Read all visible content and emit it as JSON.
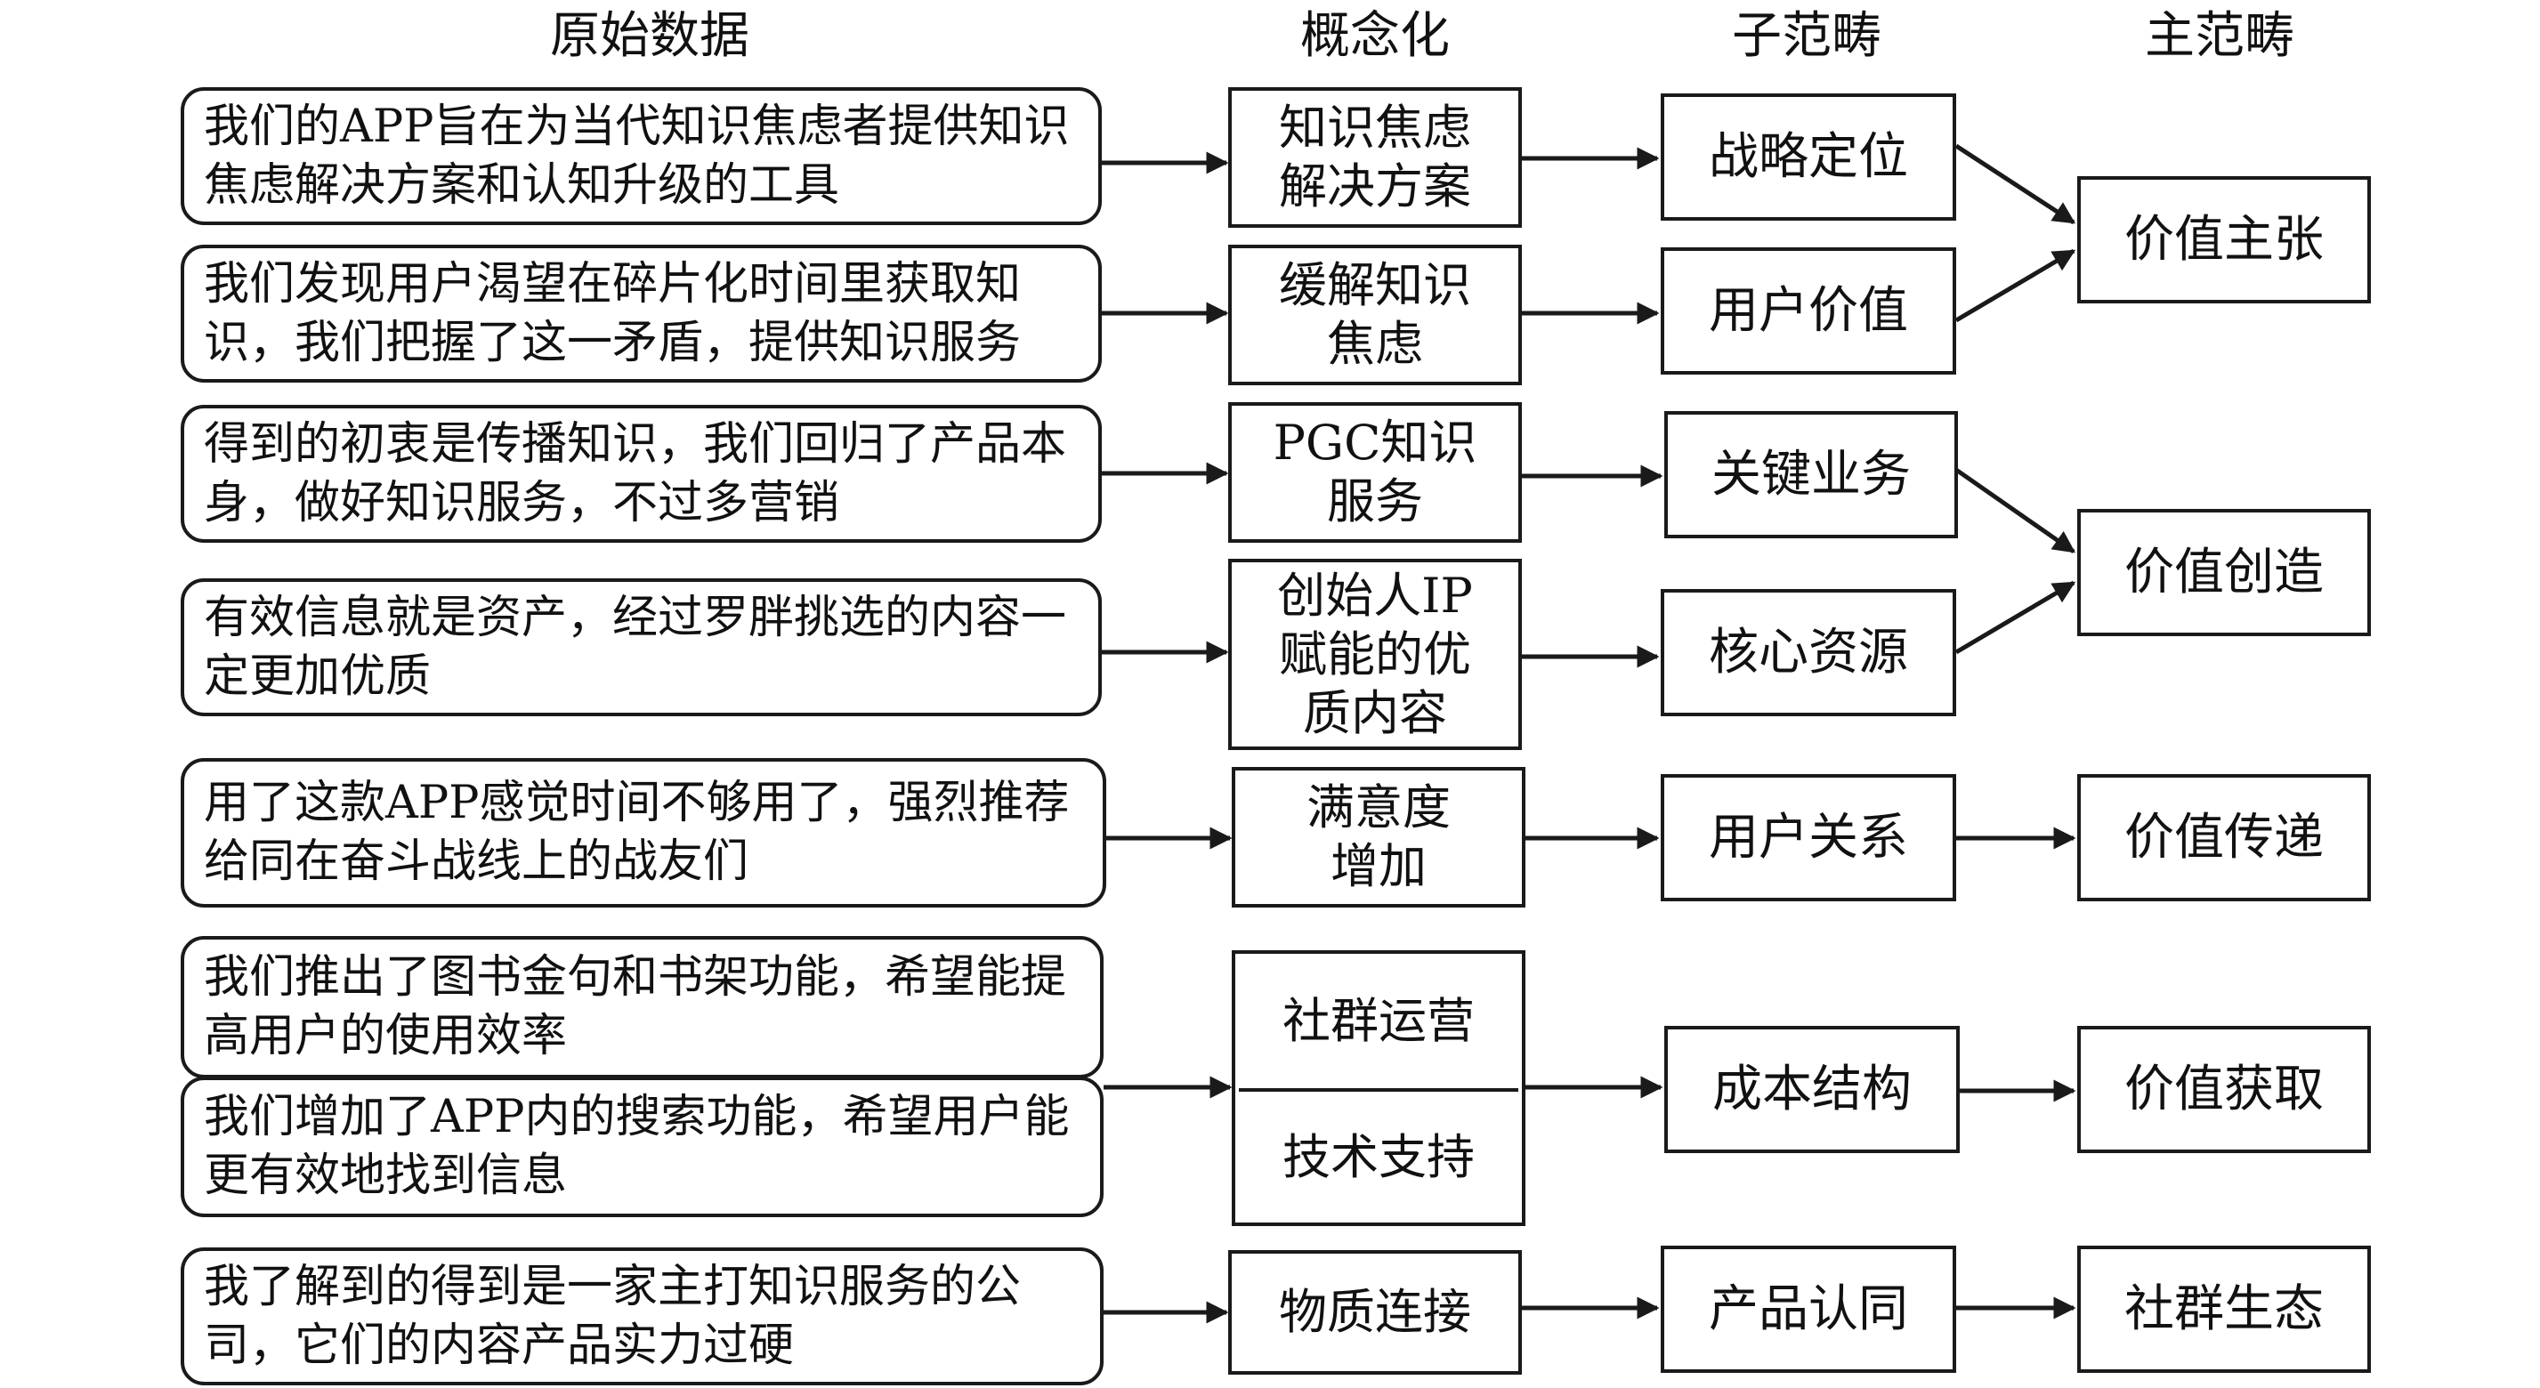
{
  "headers": {
    "raw": "原始数据",
    "concept": "概念化",
    "sub": "子范畴",
    "main": "主范畴"
  },
  "rows": [
    {
      "raw": "我们的APP旨在为当代知识焦虑者提供知识焦虑解决方案和认知升级的工具",
      "concept": "知识焦虑解决方案",
      "sub": "战略定位"
    },
    {
      "raw": "我们发现用户渴望在碎片化时间里获取知识，我们把握了这一矛盾，提供知识服务",
      "concept": "缓解知识焦虑",
      "sub": "用户价值"
    },
    {
      "raw": "得到的初衷是传播知识，我们回归了产品本身，做好知识服务，不过多营销",
      "concept": "PGC知识服务",
      "sub": "关键业务"
    },
    {
      "raw": "有效信息就是资产，经过罗胖挑选的内容一定更加优质",
      "concept": "创始人IP赋能的优质内容",
      "sub": "核心资源"
    },
    {
      "raw": "用了这款APP感觉时间不够用了，强烈推荐给同在奋斗战线上的战友们",
      "concept": "满意度增加",
      "sub": "用户关系"
    },
    {
      "raw": "我们推出了图书金句和书架功能，希望能提高用户的使用效率",
      "concept": "社群运营",
      "sub": "成本结构"
    },
    {
      "raw": "我们增加了APP内的搜索功能，希望用户能更有效地找到信息",
      "concept": "技术支持",
      "sub": ""
    },
    {
      "raw": "我了解到的得到是一家主打知识服务的公司，它们的内容产品实力过硬",
      "concept": "物质连接",
      "sub": "产品认同"
    }
  ],
  "main_categories": [
    "价值主张",
    "价值创造",
    "价值传递",
    "价值获取",
    "社群生态"
  ],
  "colors": {
    "line": "#1a1a1a",
    "background": "#ffffff"
  }
}
